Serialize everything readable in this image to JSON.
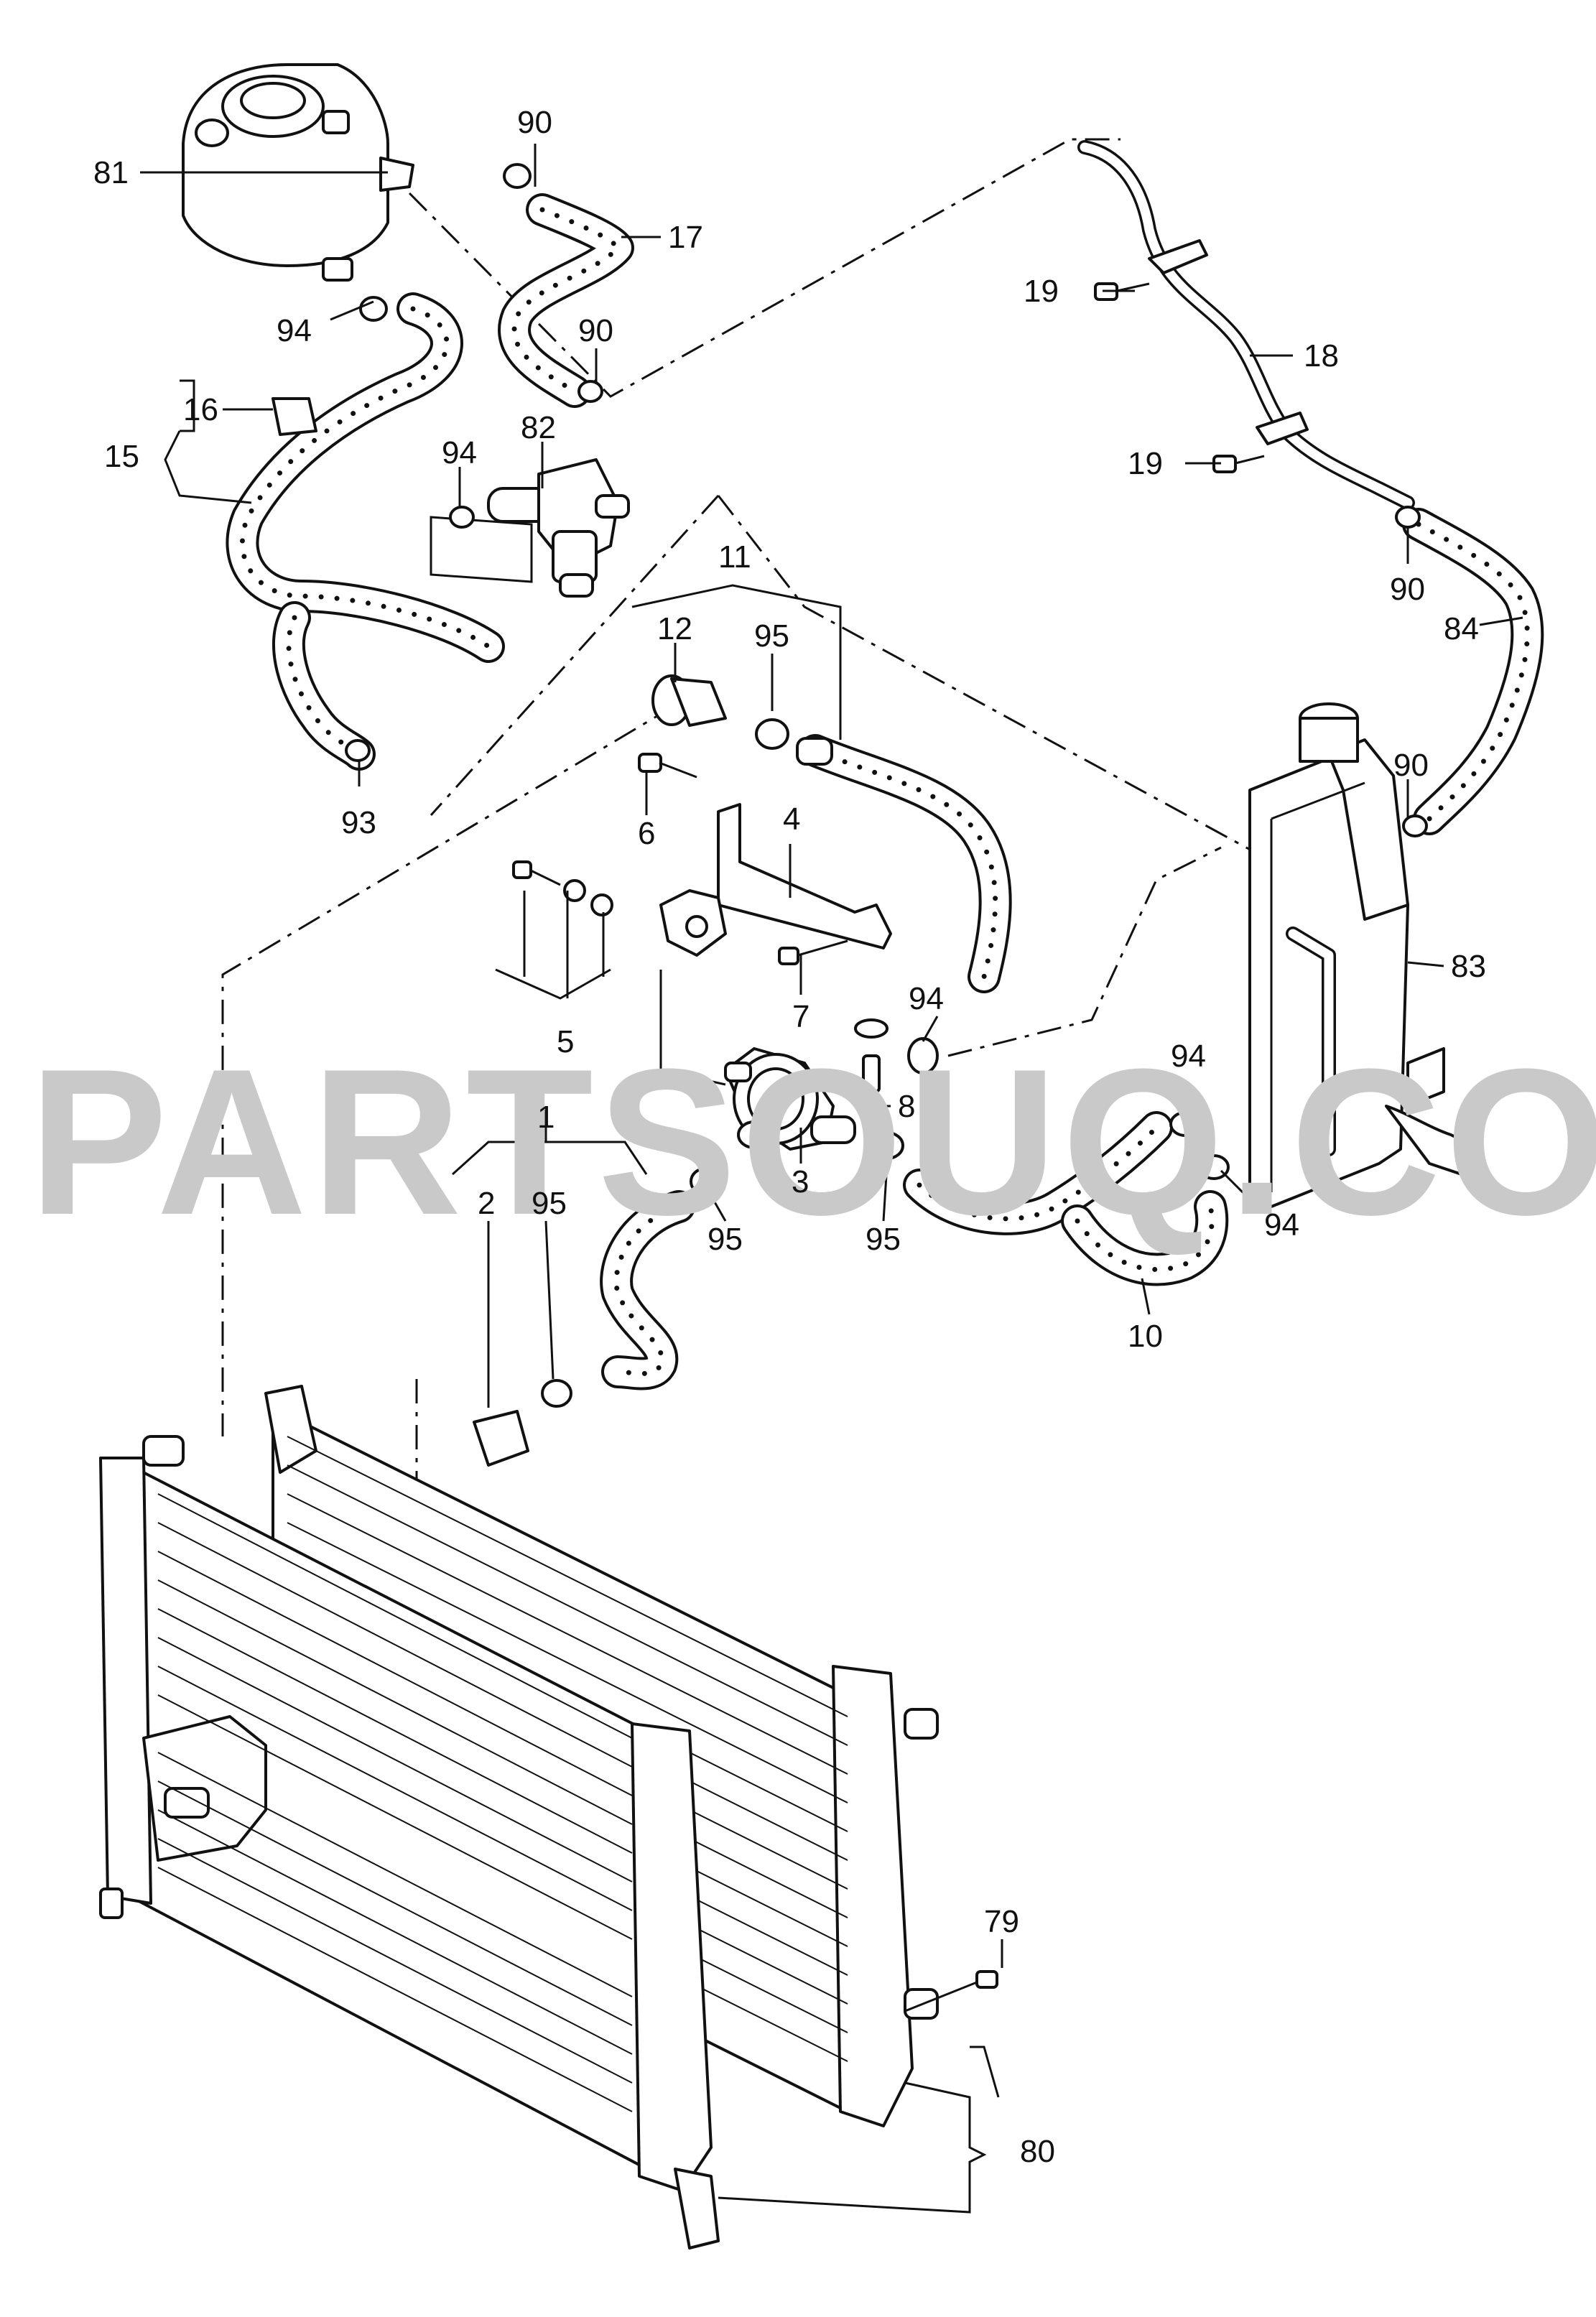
{
  "watermark": "PARTSOUQ.COM",
  "callouts": [
    {
      "id": "c81",
      "text": "81"
    },
    {
      "id": "c90a",
      "text": "90"
    },
    {
      "id": "c17",
      "text": "17"
    },
    {
      "id": "c94a",
      "text": "94"
    },
    {
      "id": "c90b",
      "text": "90"
    },
    {
      "id": "c16",
      "text": "16"
    },
    {
      "id": "c15",
      "text": "15"
    },
    {
      "id": "c82",
      "text": "82"
    },
    {
      "id": "c94b",
      "text": "94"
    },
    {
      "id": "c19a",
      "text": "19"
    },
    {
      "id": "c18",
      "text": "18"
    },
    {
      "id": "c19b",
      "text": "19"
    },
    {
      "id": "c90c",
      "text": "90"
    },
    {
      "id": "c84",
      "text": "84"
    },
    {
      "id": "c11",
      "text": "11"
    },
    {
      "id": "c12",
      "text": "12"
    },
    {
      "id": "c95a",
      "text": "95"
    },
    {
      "id": "c93",
      "text": "93"
    },
    {
      "id": "c6",
      "text": "6"
    },
    {
      "id": "c4",
      "text": "4"
    },
    {
      "id": "c90d",
      "text": "90"
    },
    {
      "id": "c83",
      "text": "83"
    },
    {
      "id": "c7",
      "text": "7"
    },
    {
      "id": "c5",
      "text": "5"
    },
    {
      "id": "c94c",
      "text": "94"
    },
    {
      "id": "c8",
      "text": "8"
    },
    {
      "id": "c94d",
      "text": "94"
    },
    {
      "id": "c1",
      "text": "1"
    },
    {
      "id": "c2",
      "text": "2"
    },
    {
      "id": "c95b",
      "text": "95"
    },
    {
      "id": "c3",
      "text": "3"
    },
    {
      "id": "c94e",
      "text": "94"
    },
    {
      "id": "c95c",
      "text": "95"
    },
    {
      "id": "c95d",
      "text": "95"
    },
    {
      "id": "c10",
      "text": "10"
    },
    {
      "id": "c79",
      "text": "79"
    },
    {
      "id": "c80",
      "text": "80"
    }
  ]
}
